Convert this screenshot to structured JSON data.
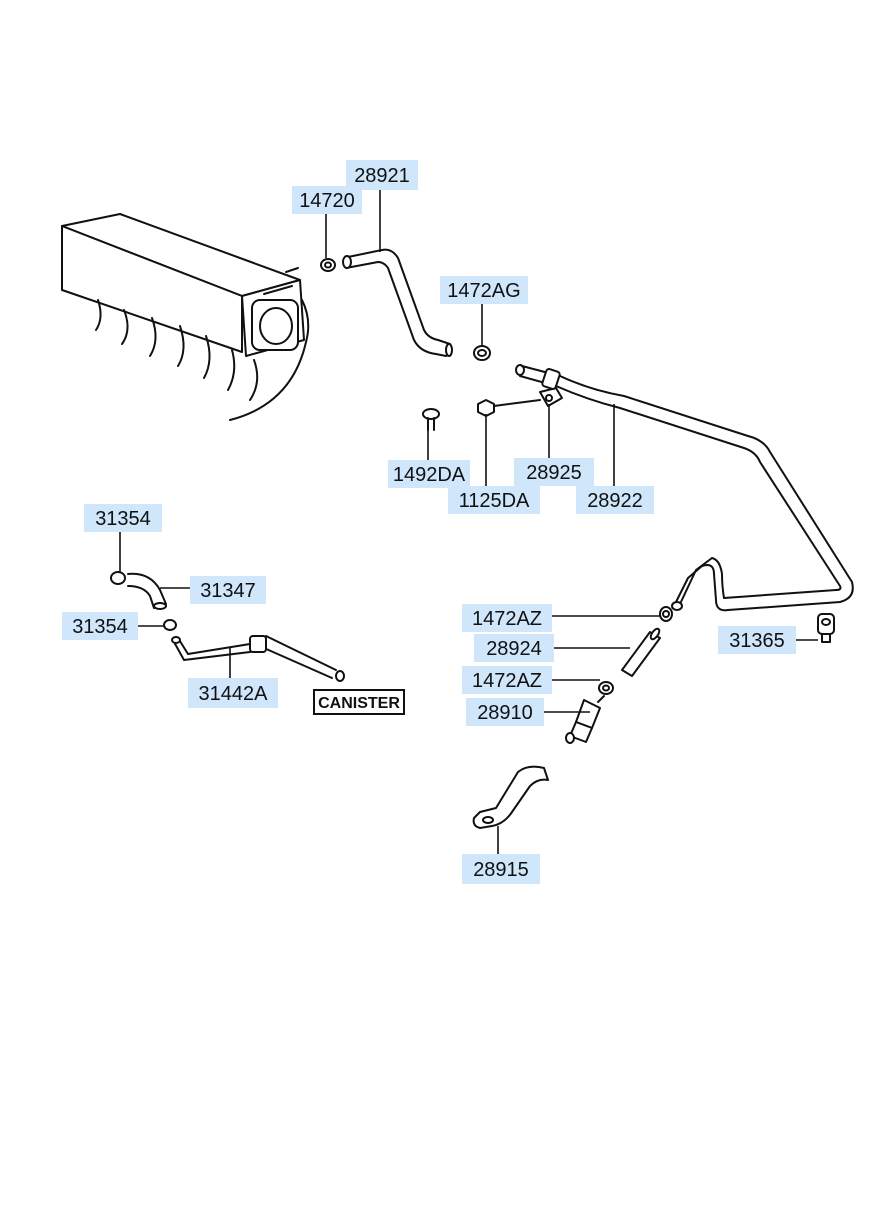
{
  "callouts": [
    {
      "id": "c-28921",
      "text": "28921"
    },
    {
      "id": "c-14720",
      "text": "14720"
    },
    {
      "id": "c-1472ag",
      "text": "1472AG"
    },
    {
      "id": "c-1492da",
      "text": "1492DA"
    },
    {
      "id": "c-28925",
      "text": "28925"
    },
    {
      "id": "c-1125da",
      "text": "1125DA"
    },
    {
      "id": "c-28922",
      "text": "28922"
    },
    {
      "id": "c-31354-top",
      "text": "31354"
    },
    {
      "id": "c-31347",
      "text": "31347"
    },
    {
      "id": "c-31354-mid",
      "text": "31354"
    },
    {
      "id": "c-31442a",
      "text": "31442A"
    },
    {
      "id": "c-1472az-1",
      "text": "1472AZ"
    },
    {
      "id": "c-28924",
      "text": "28924"
    },
    {
      "id": "c-31365",
      "text": "31365"
    },
    {
      "id": "c-1472az-2",
      "text": "1472AZ"
    },
    {
      "id": "c-28910",
      "text": "28910"
    },
    {
      "id": "c-28915",
      "text": "28915"
    }
  ],
  "canister_label": "CANISTER",
  "colors": {
    "label_highlight": "#cfe6fb",
    "line": "#111111",
    "background": "#ffffff"
  }
}
